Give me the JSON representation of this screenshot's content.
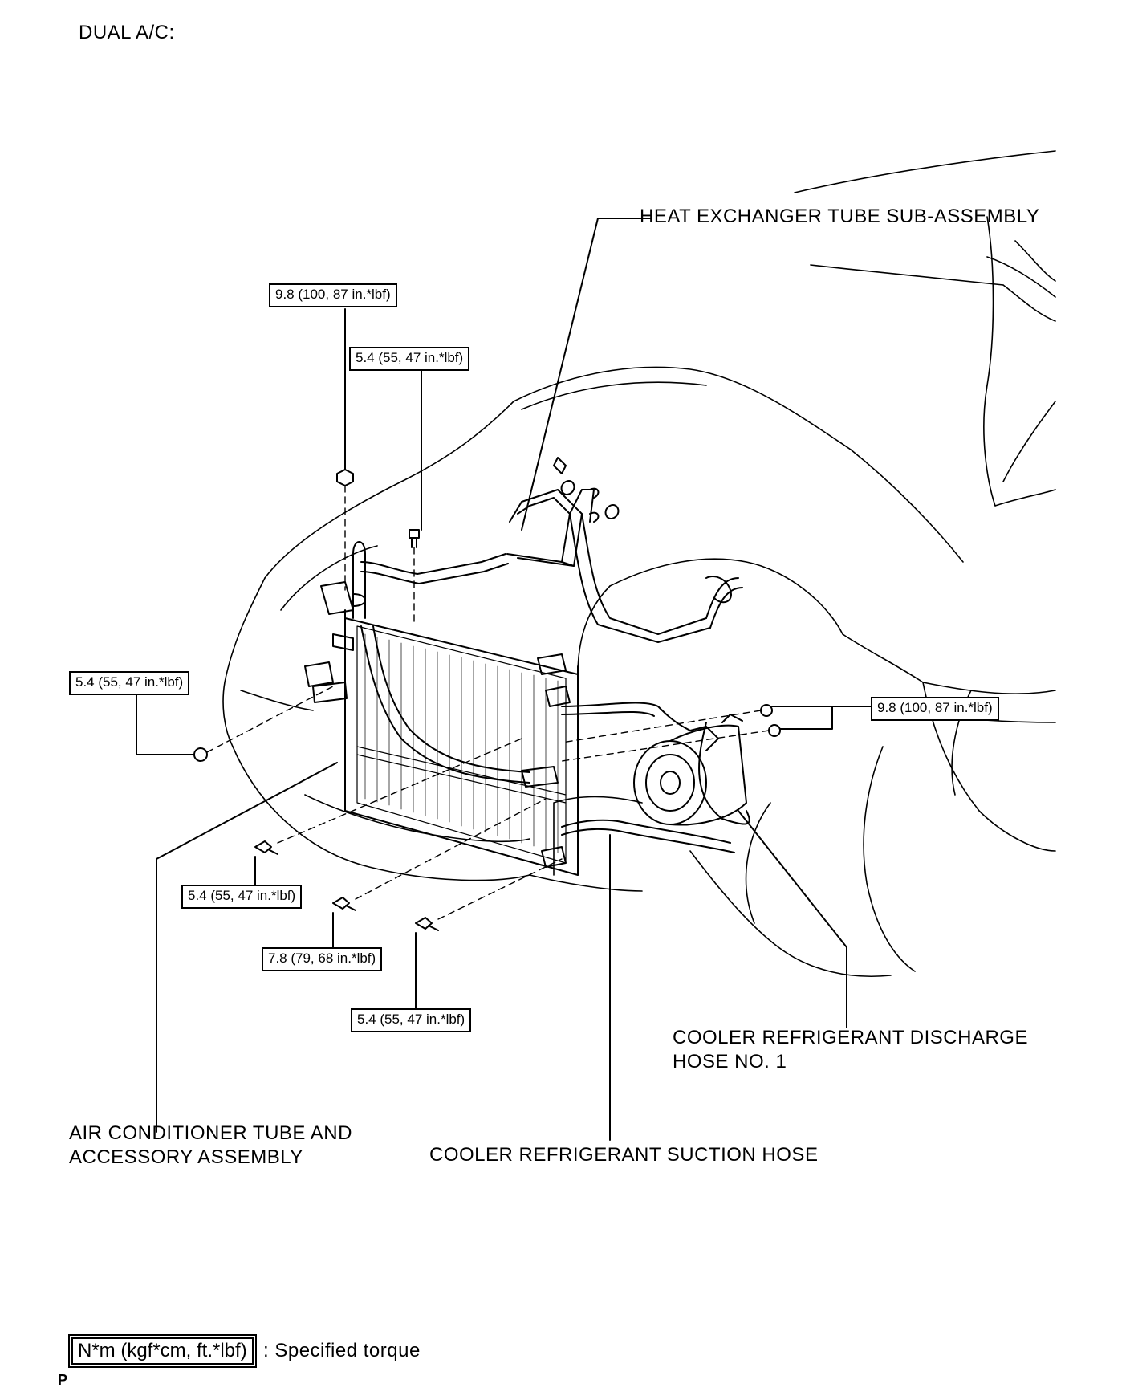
{
  "title": "DUAL A/C:",
  "callouts": {
    "heat_exchanger": "HEAT EXCHANGER TUBE SUB-ASSEMBLY",
    "discharge_hose": [
      "COOLER REFRIGERANT DISCHARGE",
      "HOSE NO. 1"
    ],
    "ac_tube": [
      "AIR CONDITIONER TUBE AND",
      "ACCESSORY ASSEMBLY"
    ],
    "suction_hose": "COOLER REFRIGERANT SUCTION HOSE"
  },
  "torques": {
    "t1": "9.8 (100, 87 in.*lbf)",
    "t2": "5.4 (55, 47 in.*lbf)",
    "t3": "5.4 (55, 47 in.*lbf)",
    "t4": "9.8 (100, 87 in.*lbf)",
    "t5": "5.4 (55, 47 in.*lbf)",
    "t6": "7.8 (79, 68 in.*lbf)",
    "t7": "5.4 (55, 47 in.*lbf)"
  },
  "legend": {
    "unit": "N*m (kgf*cm, ft.*lbf)",
    "desc": ": Specified torque"
  },
  "footer": "P"
}
